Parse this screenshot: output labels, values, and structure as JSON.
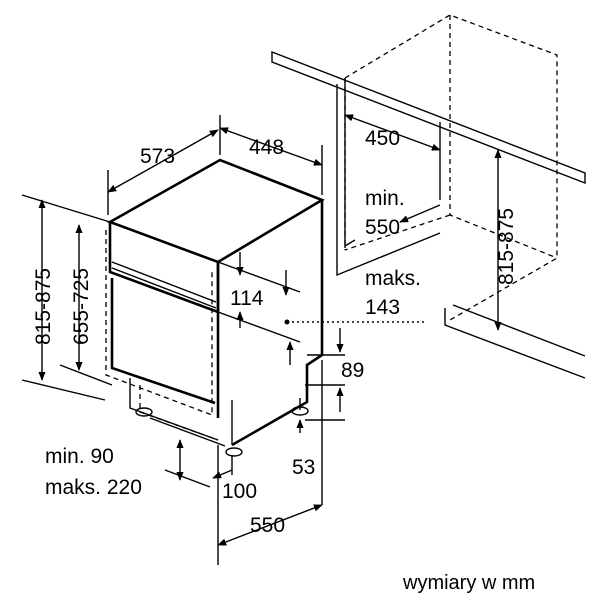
{
  "labels": {
    "depth_573": "573",
    "width_448": "448",
    "niche_450": "450",
    "niche_min_a": "min.",
    "niche_min_b": "550",
    "niche_height": "815-875",
    "height_left": "815-875",
    "door_height": "655-725",
    "panel_114": "114",
    "maks_a": "maks.",
    "maks_b": "143",
    "plinth_89": "89",
    "plinth_53": "53",
    "min90": "min. 90",
    "maks220": "maks. 220",
    "d100": "100",
    "d550": "550",
    "units": "wymiary w mm"
  }
}
